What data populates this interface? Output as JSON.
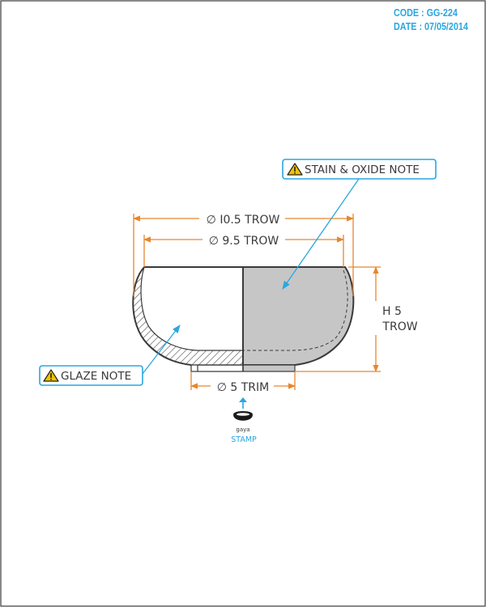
{
  "header": {
    "code": "CODE : GG-224",
    "date": "DATE : 07/05/2014"
  },
  "dimensions": {
    "outer_diameter": "∅ I0.5 TROW",
    "inner_diameter": "∅ 9.5 TROW",
    "height_line1": "H 5",
    "height_line2": "TROW",
    "foot_diameter": "∅ 5 TRIM"
  },
  "notes": {
    "stain_oxide": "STAIN & OXIDE NOTE",
    "glaze": "GLAZE NOTE"
  },
  "stamp": {
    "brand": "gaya",
    "label": "STAMP"
  },
  "colors": {
    "dimension": "#e8862c",
    "callout": "#29a7e1",
    "outline": "#3a3a3a",
    "warning": "#f2c200",
    "fill_grey": "#c6c6c6"
  }
}
